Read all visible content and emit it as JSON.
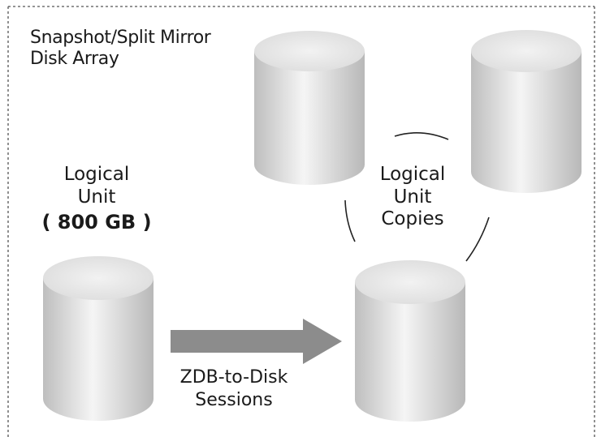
{
  "diagram": {
    "array_label": {
      "line1": "Snapshot/Split Mirror",
      "line2": "Disk Array"
    },
    "source_unit": {
      "line1": "Logical",
      "line2": "Unit",
      "line3": "( 800 GB )"
    },
    "copies": {
      "line1": "Logical",
      "line2": "Unit",
      "line3": "Copies"
    },
    "sessions": {
      "line1": "ZDB-to-Disk",
      "line2": "Sessions"
    },
    "colors": {
      "border": "#555555",
      "cylinder_light": "#f4f4f4",
      "cylinder_dark": "#bdbdbd",
      "cylinder_top": "#e9e9e9",
      "arrow": "#8c8c8c",
      "text": "#1a1a1a"
    }
  }
}
